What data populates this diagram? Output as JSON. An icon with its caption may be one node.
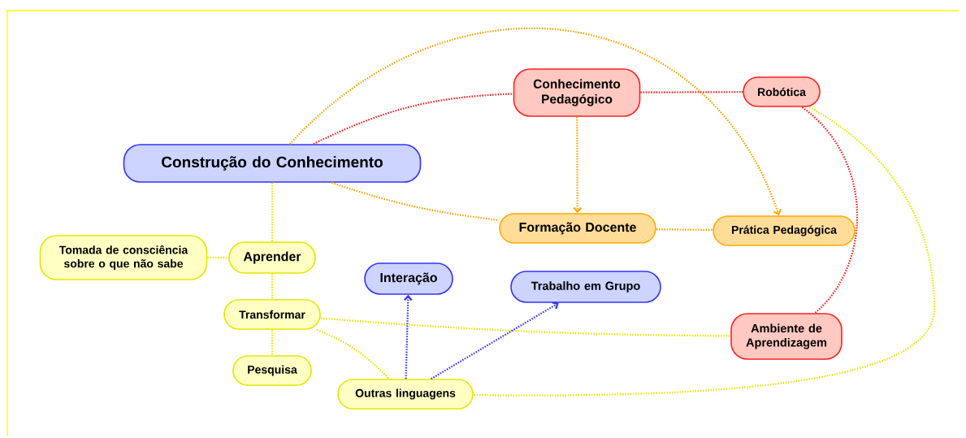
{
  "diagram": {
    "nodes": [
      {
        "text": [
          "Construção do Conhecimento"
        ]
      },
      {
        "text": [
          "Conhecimento Pedagógico"
        ]
      },
      {
        "text": [
          "Robótica"
        ]
      },
      {
        "text": [
          "Formação Docente"
        ]
      },
      {
        "text": [
          "Prática Pedagógica"
        ]
      },
      {
        "text": [
          "Tomada de consciência sobre o que não sabe"
        ]
      },
      {
        "text": [
          "Aprender"
        ]
      },
      {
        "text": [
          "Interação"
        ]
      },
      {
        "text": [
          "Trabalho em Grupo"
        ]
      },
      {
        "text": [
          "Transformar"
        ]
      },
      {
        "text": [
          "Ambiente de Aprendizagem"
        ]
      },
      {
        "text": [
          "Pesquisa"
        ]
      },
      {
        "text": [
          "Outras linguagens"
        ]
      }
    ],
    "edges": [
      {
        "from": 0,
        "to": 4,
        "arrow": "to",
        "color": "#ffa500"
      },
      {
        "from": 0,
        "to": 1,
        "arrow": "none",
        "color": "#ff2020"
      },
      {
        "from": 1,
        "to": 2,
        "arrow": "none",
        "color": "#ff2020"
      },
      {
        "from": 1,
        "to": 3,
        "arrow": "to",
        "color": "#ffa500"
      },
      {
        "from": 0,
        "to": 3,
        "arrow": "none",
        "color": "#ffa500"
      },
      {
        "from": 3,
        "to": 4,
        "arrow": "none",
        "color": "#ffa500"
      },
      {
        "from": 2,
        "to": 10,
        "arrow": "none",
        "color": "#ff2020"
      },
      {
        "from": 2,
        "to": 12,
        "arrow": "none"
      },
      {
        "from": 0,
        "to": 6,
        "arrow": "none"
      },
      {
        "from": 5,
        "to": 6,
        "arrow": "none"
      },
      {
        "from": 6,
        "to": 9,
        "arrow": "none"
      },
      {
        "from": 9,
        "to": 11,
        "arrow": "none"
      },
      {
        "from": 9,
        "to": 10,
        "arrow": "none"
      },
      {
        "from": 9,
        "to": 12,
        "arrow": "none"
      },
      {
        "from": 12,
        "to": 7,
        "arrow": "to",
        "color": "#3333ff"
      },
      {
        "from": 12,
        "to": 8,
        "arrow": "to",
        "color": "#3333ff"
      }
    ]
  }
}
